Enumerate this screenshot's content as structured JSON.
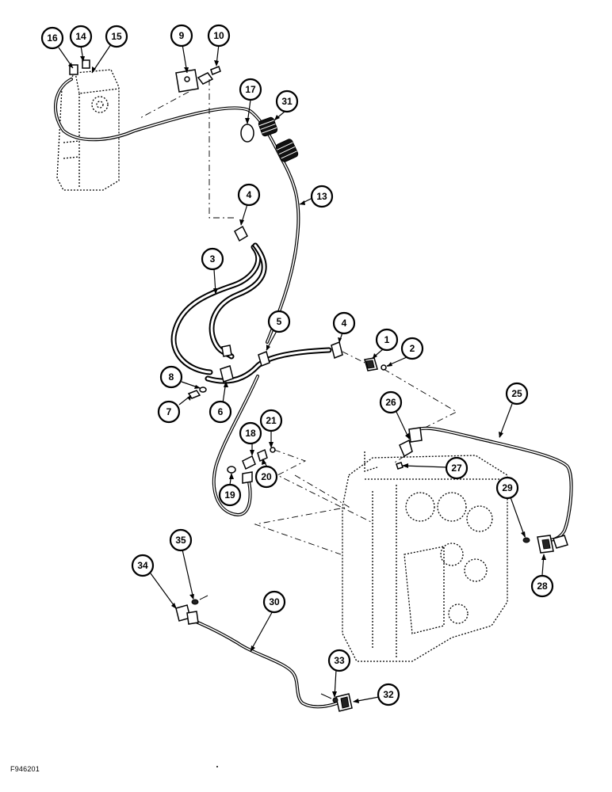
{
  "figure_id": "F946201",
  "callouts": {
    "c1": "1",
    "c2": "2",
    "c3": "3",
    "c4a": "4",
    "c4b": "4",
    "c5": "5",
    "c6": "6",
    "c7": "7",
    "c8": "8",
    "c9": "9",
    "c10": "10",
    "c13": "13",
    "c14": "14",
    "c15": "15",
    "c16": "16",
    "c17": "17",
    "c18": "18",
    "c19": "19",
    "c20": "20",
    "c21": "21",
    "c25": "25",
    "c26": "26",
    "c27": "27",
    "c28": "28",
    "c29": "29",
    "c30": "30",
    "c31": "31",
    "c32": "32",
    "c33": "33",
    "c34": "34",
    "c35": "35"
  }
}
